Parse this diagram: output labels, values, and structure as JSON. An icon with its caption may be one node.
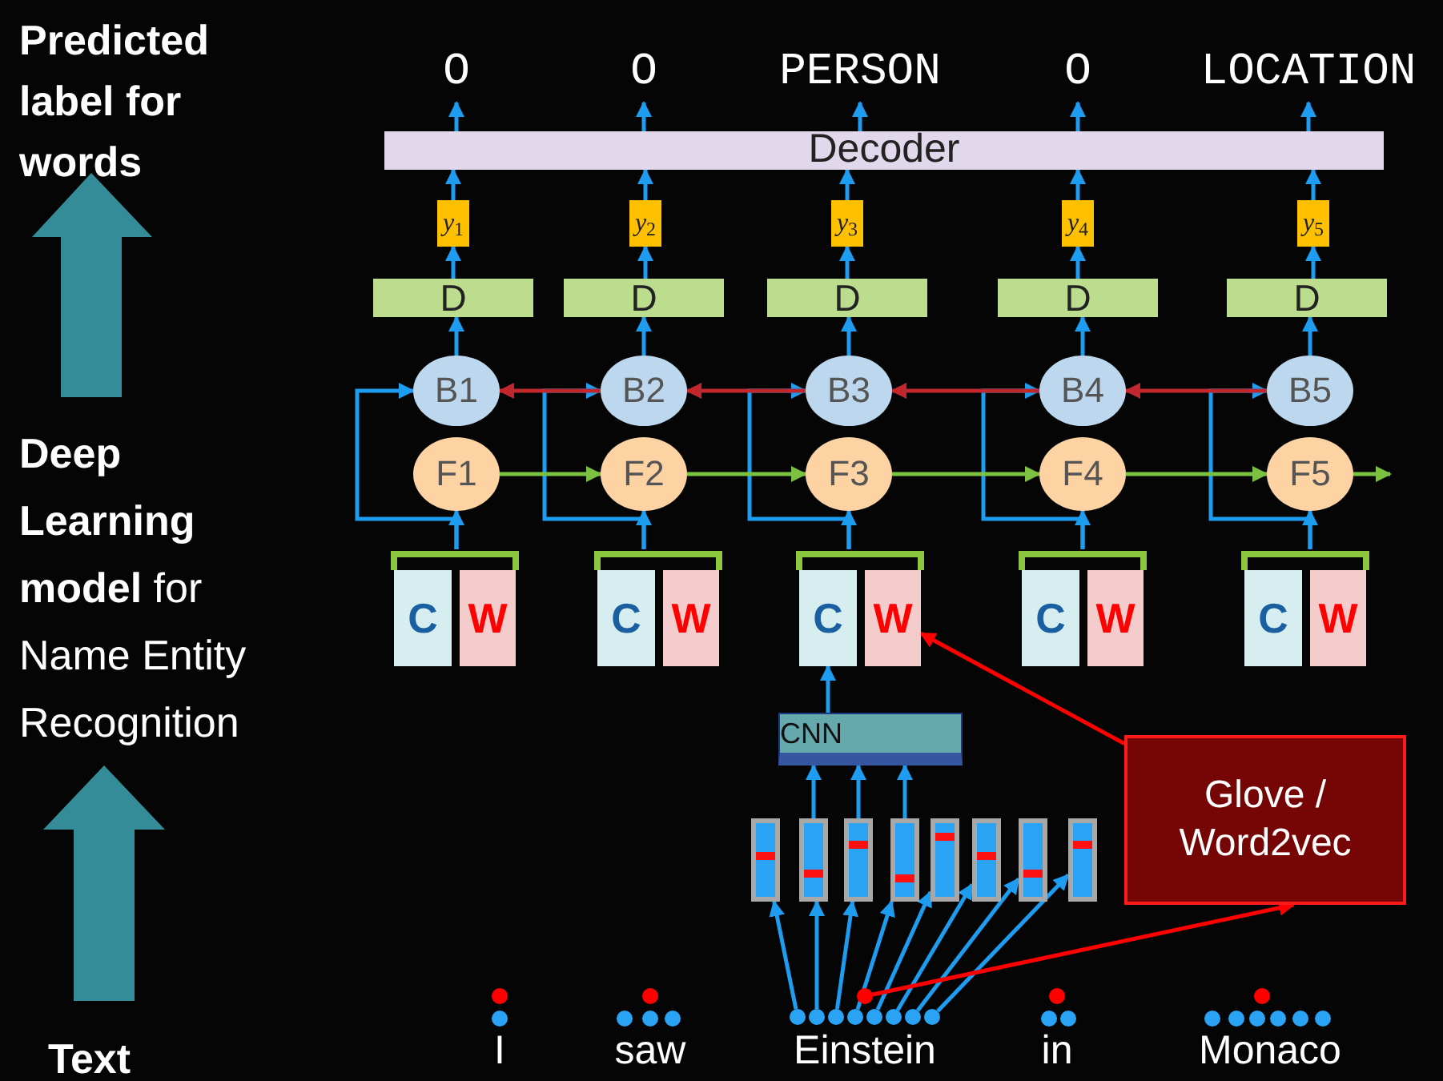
{
  "diagram": {
    "nodes": [
      {
        "text": [
          "O"
        ]
      },
      {
        "text": [
          "O"
        ]
      },
      {
        "text": [
          "PERSON"
        ]
      },
      {
        "text": [
          "O"
        ]
      },
      {
        "text": [
          "LOCATION"
        ]
      },
      {
        "text": [
          "Decoder"
        ]
      },
      {
        "text": [
          "*y*$_{1}$"
        ]
      },
      {
        "text": [
          "*y*$_{2}$"
        ]
      },
      {
        "text": [
          "*y*$_{3}$"
        ]
      },
      {
        "text": [
          "*y*$_{4}$"
        ]
      },
      {
        "text": [
          "*y*$_{5}$"
        ]
      },
      {
        "text": [
          "D"
        ]
      },
      {
        "text": [
          "D"
        ]
      },
      {
        "text": [
          "D"
        ]
      },
      {
        "text": [
          "D"
        ]
      },
      {
        "text": [
          "D"
        ]
      },
      {
        "text": [
          "B1"
        ]
      },
      {
        "text": [
          "B2"
        ]
      },
      {
        "text": [
          "B3"
        ]
      },
      {
        "text": [
          "B4"
        ]
      },
      {
        "text": [
          "B5"
        ]
      },
      {
        "text": [
          "F1"
        ]
      },
      {
        "text": [
          "F2"
        ]
      },
      {
        "text": [
          "F3"
        ]
      },
      {
        "text": [
          "F4"
        ]
      },
      {
        "text": [
          "F5"
        ]
      },
      {
        "text": [],
        "shape": "bracket"
      },
      {
        "text": [
          "C"
        ],
        "in": 26
      },
      {
        "text": [
          "W"
        ],
        "in": 26
      },
      {
        "text": [],
        "shape": "bracket"
      },
      {
        "text": [
          "C"
        ],
        "in": 29
      },
      {
        "text": [
          "W"
        ],
        "in": 29
      },
      {
        "text": [],
        "shape": "bracket"
      },
      {
        "text": [
          "C"
        ],
        "in": 32
      },
      {
        "text": [
          "W"
        ],
        "in": 32
      },
      {
        "text": [],
        "shape": "bracket"
      },
      {
        "text": [
          "C"
        ],
        "in": 35
      },
      {
        "text": [
          "W"
        ],
        "in": 35
      },
      {
        "text": [],
        "shape": "bracket"
      },
      {
        "text": [
          "C"
        ],
        "in": 38
      },
      {
        "text": [
          "W"
        ],
        "in": 38
      },
      {
        "text": [
          "CNN"
        ]
      },
      {
        "text": [],
        "shape": "bar"
      },
      {
        "text": [],
        "shape": "bar"
      },
      {
        "text": [],
        "shape": "bar"
      },
      {
        "text": [],
        "shape": "bar"
      },
      {
        "text": [],
        "shape": "bar"
      },
      {
        "text": [],
        "shape": "bar"
      },
      {
        "text": [],
        "shape": "bar"
      },
      {
        "text": [],
        "shape": "bar"
      },
      {
        "text": [
          "Glove / Word2vec"
        ]
      },
      {
        "text": [
          "I"
        ]
      },
      {
        "text": [
          "saw"
        ]
      },
      {
        "text": [
          "Einstein"
        ]
      },
      {
        "text": [
          "in"
        ]
      },
      {
        "text": [
          "Monaco"
        ]
      },
      {
        "text": [],
        "shape": "circle"
      },
      {
        "text": [],
        "shape": "circle"
      },
      {
        "text": [],
        "shape": "circle"
      },
      {
        "text": [],
        "shape": "circle"
      },
      {
        "text": [],
        "shape": "circle"
      },
      {
        "text": [],
        "shape": "circle"
      },
      {
        "text": [],
        "shape": "circle"
      },
      {
        "text": [],
        "shape": "circle"
      },
      {
        "text": [],
        "shape": "circle"
      }
    ],
    "edges": [
      {
        "from": 5,
        "to": 0,
        "arrow": "to"
      },
      {
        "from": 5,
        "to": 1,
        "arrow": "to"
      },
      {
        "from": 5,
        "to": 2,
        "arrow": "to"
      },
      {
        "from": 5,
        "to": 3,
        "arrow": "to"
      },
      {
        "from": 5,
        "to": 4,
        "arrow": "to"
      },
      {
        "from": 6,
        "to": 5,
        "arrow": "to"
      },
      {
        "from": 7,
        "to": 5,
        "arrow": "to"
      },
      {
        "from": 8,
        "to": 5,
        "arrow": "to"
      },
      {
        "from": 9,
        "to": 5,
        "arrow": "to"
      },
      {
        "from": 10,
        "to": 5,
        "arrow": "to"
      },
      {
        "from": 11,
        "to": 6,
        "arrow": "to"
      },
      {
        "from": 12,
        "to": 7,
        "arrow": "to"
      },
      {
        "from": 13,
        "to": 8,
        "arrow": "to"
      },
      {
        "from": 14,
        "to": 9,
        "arrow": "to"
      },
      {
        "from": 15,
        "to": 10,
        "arrow": "to"
      },
      {
        "from": 16,
        "to": 11,
        "arrow": "to"
      },
      {
        "from": 17,
        "to": 12,
        "arrow": "to"
      },
      {
        "from": 18,
        "to": 13,
        "arrow": "to"
      },
      {
        "from": 19,
        "to": 14,
        "arrow": "to"
      },
      {
        "from": 20,
        "to": 15,
        "arrow": "to"
      },
      {
        "from": 26,
        "to": 21,
        "arrow": "to"
      },
      {
        "from": 29,
        "to": 22,
        "arrow": "to"
      },
      {
        "from": 32,
        "to": 23,
        "arrow": "to"
      },
      {
        "from": 35,
        "to": 24,
        "arrow": "to"
      },
      {
        "from": 38,
        "to": 25,
        "arrow": "to"
      },
      {
        "from": 26,
        "to": 16,
        "arrow": "to"
      },
      {
        "from": 29,
        "to": 17,
        "arrow": "to"
      },
      {
        "from": 32,
        "to": 18,
        "arrow": "to"
      },
      {
        "from": 35,
        "to": 19,
        "arrow": "to"
      },
      {
        "from": 38,
        "to": 20,
        "arrow": "to"
      },
      {
        "from": 17,
        "to": 16,
        "arrow": "to",
        "color": "#c0282d"
      },
      {
        "from": 18,
        "to": 17,
        "arrow": "to",
        "color": "#c0282d"
      },
      {
        "from": 19,
        "to": 18,
        "arrow": "to",
        "color": "#c0282d"
      },
      {
        "from": 20,
        "to": 19,
        "arrow": "to",
        "color": "#c0282d"
      },
      {
        "from": 21,
        "to": 22,
        "arrow": "to",
        "color": "#7dc142"
      },
      {
        "from": 22,
        "to": 23,
        "arrow": "to",
        "color": "#7dc142"
      },
      {
        "from": 23,
        "to": 24,
        "arrow": "to",
        "color": "#7dc142"
      },
      {
        "from": 24,
        "to": 25,
        "arrow": "to",
        "color": "#7dc142"
      },
      {
        "from": 25,
        "to": null,
        "arrow": "to",
        "color": "#7dc142"
      },
      {
        "from": 41,
        "to": 33,
        "arrow": "to"
      },
      {
        "from": 43,
        "to": 41,
        "arrow": "to"
      },
      {
        "from": 44,
        "to": 41,
        "arrow": "to"
      },
      {
        "from": 45,
        "to": 41,
        "arrow": "to"
      },
      {
        "from": 56,
        "to": 42,
        "arrow": "to"
      },
      {
        "from": 57,
        "to": 43,
        "arrow": "to"
      },
      {
        "from": 58,
        "to": 44,
        "arrow": "to"
      },
      {
        "from": 59,
        "to": 45,
        "arrow": "to"
      },
      {
        "from": 60,
        "to": 46,
        "arrow": "to"
      },
      {
        "from": 61,
        "to": 47,
        "arrow": "to"
      },
      {
        "from": 62,
        "to": 48,
        "arrow": "to"
      },
      {
        "from": 63,
        "to": 49,
        "arrow": "to"
      },
      {
        "from": 64,
        "to": 50,
        "arrow": "to",
        "color": "#ff0000"
      },
      {
        "from": 50,
        "to": 34,
        "arrow": "to",
        "color": "#ff0000"
      }
    ],
    "labels": [
      "Predicted label for words",
      "**Deep Learning model** for Name Entity Recognition",
      "Text"
    ]
  }
}
